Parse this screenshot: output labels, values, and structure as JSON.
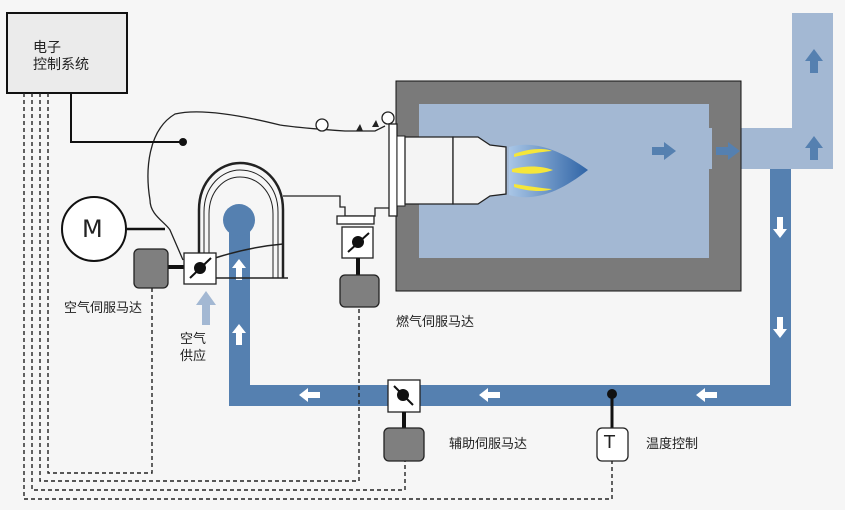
{
  "diagram": {
    "title": "Burner control loop schematic",
    "labels": {
      "ecu_line1": "电子",
      "ecu_line2": "控制系统",
      "motor_symbol": "M",
      "air_servo": "空气伺服马达",
      "air_supply_line1": "空气",
      "air_supply_line2": "供应",
      "gas_servo": "燃气伺服马达",
      "aux_servo": "辅助伺服马达",
      "temp_symbol": "T",
      "temp_control": "温度控制"
    },
    "colors": {
      "background": "#f6f6f6",
      "pipe_dark": "#5580b0",
      "pipe_light": "#a3b8d3",
      "furnace_wall": "#7a7a7a",
      "servo_fill": "#7f7f7f",
      "ecu_fill": "#ebebeb",
      "flame_yellow": "#f5e63a"
    }
  }
}
